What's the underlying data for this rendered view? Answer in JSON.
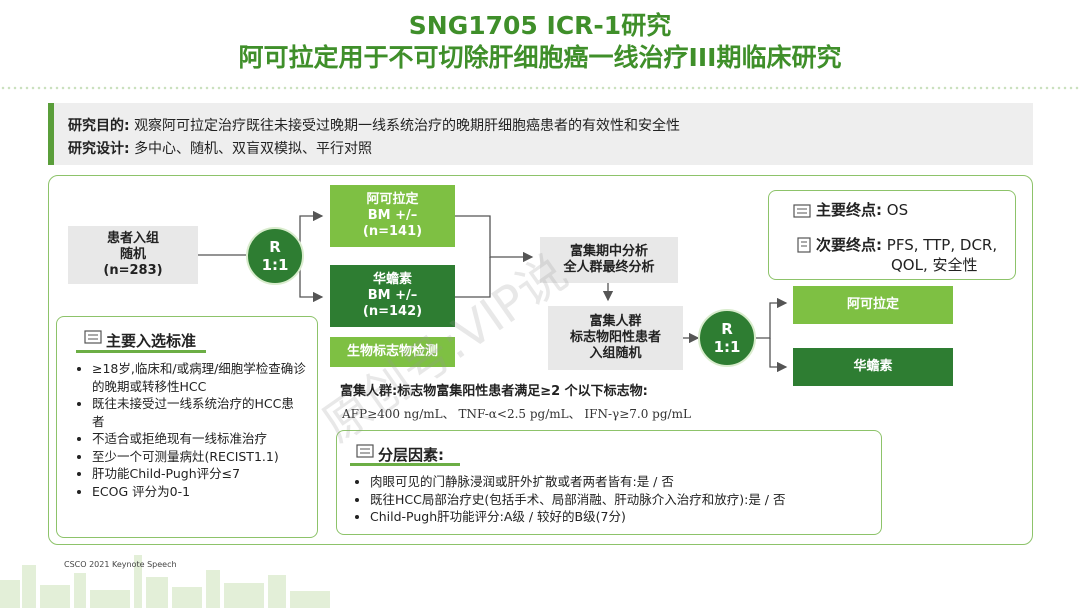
{
  "title": {
    "line1": "SNG1705 ICR-1研究",
    "line2": "阿可拉定用于不可切除肝细胞癌一线治疗III期临床研究"
  },
  "info": {
    "purpose_label": "研究目的:",
    "purpose_text": "观察阿可拉定治疗既往未接受过晚期一线系统治疗的晚期肝细胞癌患者的有效性和安全性",
    "design_label": "研究设计:",
    "design_text": "多中心、随机、双盲双模拟、平行对照"
  },
  "flow": {
    "enroll": [
      "患者入组",
      "随机",
      "(n=283)"
    ],
    "rand_left": [
      "R",
      "1:1"
    ],
    "arm1": [
      "阿可拉定",
      "BM +/–",
      "(n=141)"
    ],
    "arm2": [
      "华蟾素",
      "BM +/–",
      "(n=142)"
    ],
    "biomarker": "生物标志物检测",
    "interim": [
      "富集期中分析",
      "全人群最终分析"
    ],
    "enriched": [
      "富集人群",
      "标志物阳性患者",
      "入组随机"
    ],
    "rand_right": [
      "R",
      "1:1"
    ],
    "out_arm1": "阿可拉定",
    "out_arm2": "华蟾素"
  },
  "enrich_def": {
    "title": "富集人群:标志物富集阳性患者满足≥2 个以下标志物:",
    "markers": "AFP≥400 ng/mL、 TNF-α<2.5 pg/mL、 IFN-γ≥7.0 pg/mL"
  },
  "criteria": {
    "title": "主要入选标准",
    "items": [
      "≥18岁,临床和/或病理/细胞学检查确诊的晚期或转移性HCC",
      "既往未接受过一线系统治疗的HCC患者",
      "不适合或拒绝现有一线标准治疗",
      "至少一个可测量病灶(RECIST1.1)",
      "肝功能Child-Pugh评分≤7",
      "ECOG 评分为0-1"
    ]
  },
  "endpoints": {
    "primary_label": "主要终点:",
    "primary_value": "OS",
    "secondary_label": "次要终点:",
    "secondary_value_1": "PFS, TTP, DCR,",
    "secondary_value_2": "QOL, 安全性"
  },
  "strat": {
    "title": "分层因素:",
    "items": [
      "肉眼可见的门静脉浸润或肝外扩散或者两者皆有:是 / 否",
      "既往HCC局部治疗史(包括手术、局部消融、肝动脉介入治疗和放疗):是 / 否",
      "Child-Pugh肝功能评分:A级 / 较好的B级(7分)"
    ]
  },
  "footer": "CSCO 2021 Keynote Speech",
  "watermark": "原创号:VIP说",
  "colors": {
    "dark_green": "#2e7d32",
    "light_green": "#7ec043",
    "title_green": "#3f8f2a"
  }
}
